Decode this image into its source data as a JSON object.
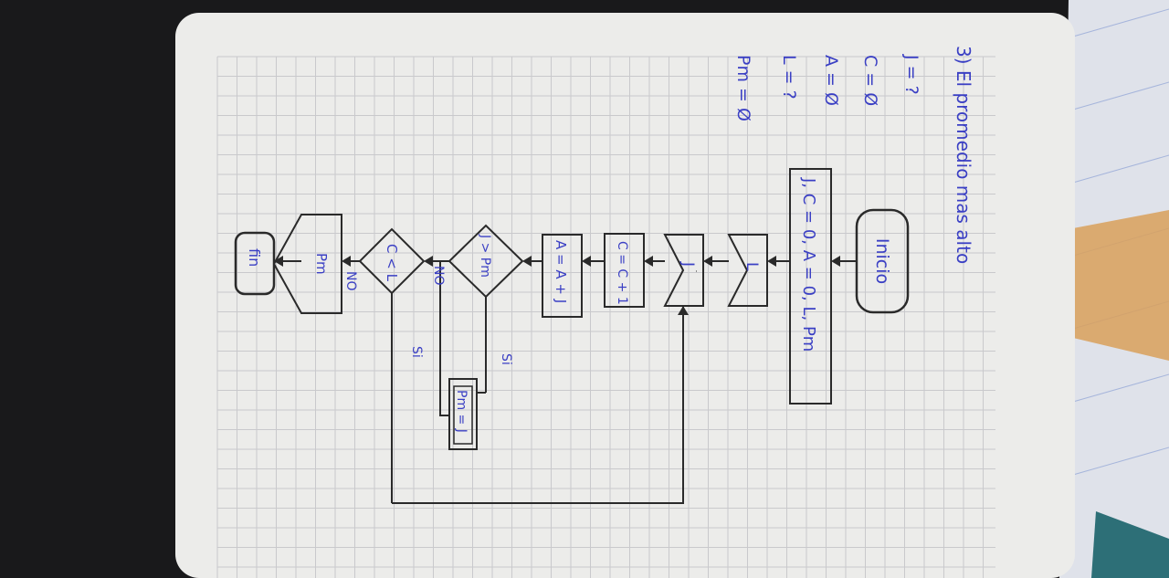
{
  "title": "3) El promedio mas alto",
  "variables": [
    {
      "text": "J = ?"
    },
    {
      "text": "C = Ø"
    },
    {
      "text": "A = Ø"
    },
    {
      "text": "L = ?"
    },
    {
      "text": "Pm = Ø"
    }
  ],
  "flowchart": {
    "start": "Inicio",
    "init": "J, C = 0, A = 0, L, Pm",
    "input_l": "L",
    "input_j": "J",
    "increment": "C = C + 1",
    "accumulate": "A = A + J",
    "decision_max": "J > Pm",
    "assign_max": "Pm = J",
    "decision_loop": "C < L",
    "output": "Pm",
    "end": "fin"
  },
  "branch_labels": {
    "yes_max": "Si",
    "no_max": "NO",
    "yes_loop": "Si",
    "no_loop": "NO"
  },
  "colors": {
    "ink_blue": "#3a3fc4",
    "ink_black": "#2a2a2a",
    "paper": "#ececea",
    "grid": "#c9c9cc",
    "ruler": "#d9a05a"
  }
}
